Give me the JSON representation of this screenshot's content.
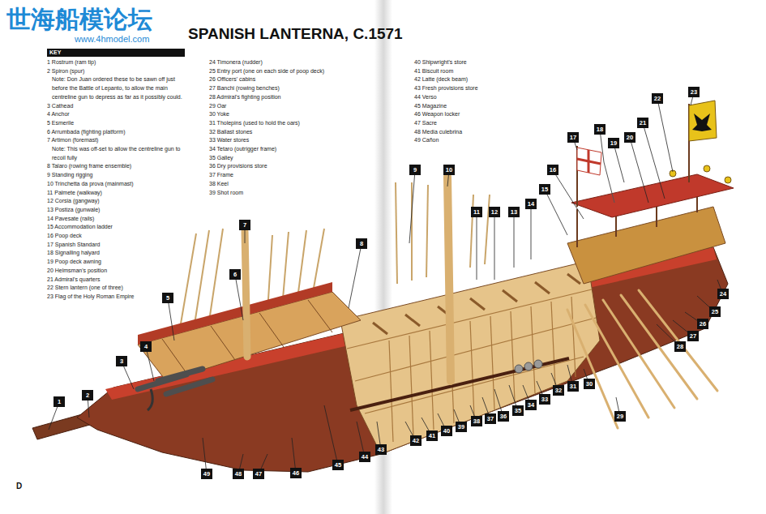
{
  "diagram": {
    "title": "SPANISH LANTERNA, C.1571",
    "labels": [
      "世海船模论坛",
      "www.4hmodel.com",
      "KEY",
      "1 Rostrum (ram tip)",
      "2 Spiron (spur)",
      "Note: Don Juan ordered these to be sawn off just before the Battle of Lepanto, to allow the main centreline gun to depress as far as it possibly could.",
      "3 Cathead",
      "4 Anchor",
      "5 Esmerile",
      "6 Arrumbada (fighting platform)",
      "7 Artimon (foremast)",
      "Note: This was off-set to allow the centreline gun to recoil fully",
      "8 Talaro (rowing frame ensemble)",
      "9 Standing rigging",
      "10 Trinchetta da prova (mainmast)",
      "11 Palmete (walkway)",
      "12 Corsia (gangway)",
      "13 Postiza (gunwale)",
      "14 Pavesate (rails)",
      "15 Accommodation ladder",
      "16 Poop deck",
      "17 Spanish Standard",
      "18 Signalling halyard",
      "19 Poop deck awning",
      "20 Helmsman's position",
      "21 Admiral's quarters",
      "22 Stern lantern (one of three)",
      "23 Flag of the Holy Roman Empire",
      "24 Timonera (rudder)",
      "25 Entry port (one on each side of poop deck)",
      "26 Officers' cabins",
      "27 Banchi (rowing benches)",
      "28 Admiral's fighting position",
      "29 Oar",
      "30 Yoke",
      "31 Tholepins (used to hold the oars)",
      "32 Ballast stones",
      "33 Water stores",
      "34 Tetaro (outrigger frame)",
      "35 Galley",
      "36 Dry provisions store",
      "37 Frame",
      "38 Keel",
      "39 Shot room",
      "40 Shipwright's store",
      "41 Biscuit room",
      "42 Latte (deck beam)",
      "43 Fresh provisions store",
      "44 Verso",
      "45 Magazine",
      "46 Weapon locker",
      "47 Sacre",
      "48 Media culebrina",
      "49 Cañon",
      "1",
      "2",
      "3",
      "4",
      "5",
      "6",
      "7",
      "8",
      "9",
      "10",
      "11",
      "12",
      "13",
      "14",
      "15",
      "16",
      "17",
      "18",
      "19",
      "20",
      "21",
      "22",
      "23",
      "24",
      "25",
      "26",
      "27",
      "28",
      "29",
      "30",
      "31",
      "32",
      "33",
      "34",
      "35",
      "36",
      "37",
      "38",
      "39",
      "40",
      "41",
      "42",
      "43",
      "44",
      "45",
      "46",
      "47",
      "48",
      "49",
      "D"
    ]
  }
}
